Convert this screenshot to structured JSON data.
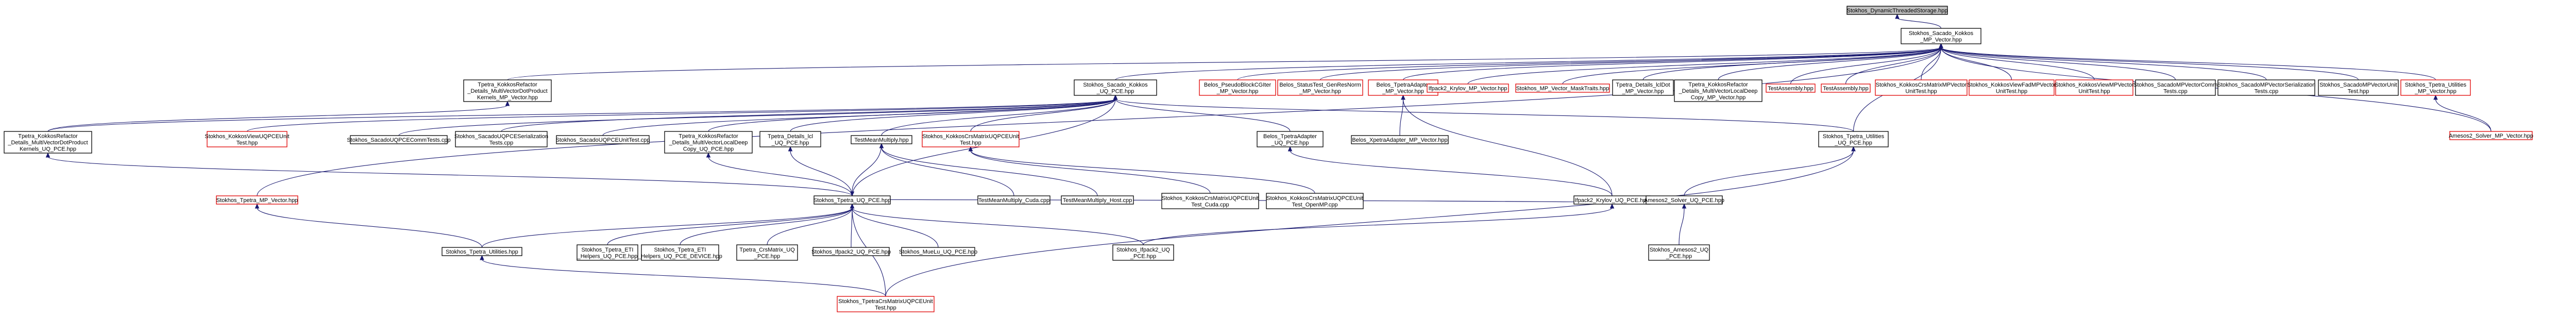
{
  "nodes": {
    "root": {
      "lines": [
        "Stokhos_DynamicThreadedStorage.hpp"
      ],
      "style": "root"
    },
    "sacado_mp_vector": {
      "lines": [
        "Stokhos_Sacado_Kokkos",
        "_MP_Vector.hpp"
      ],
      "style": "normal"
    },
    "tpetra_refactor_dot_mp": {
      "lines": [
        "Tpetra_KokkosRefactor",
        "_Details_MultiVectorDotProduct",
        "Kernels_MP_Vector.hpp"
      ],
      "style": "normal"
    },
    "sacado_uq_pce": {
      "lines": [
        "Stokhos_Sacado_Kokkos",
        "_UQ_PCE.hpp"
      ],
      "style": "normal"
    },
    "pseudo_block_cg": {
      "lines": [
        "Belos_PseudoBlockCGIter",
        "_MP_Vector.hpp"
      ],
      "style": "red"
    },
    "status_test_genresnorm": {
      "lines": [
        "Belos_StatusTest_GenResNorm",
        "_MP_Vector.hpp"
      ],
      "style": "red"
    },
    "belos_tpetra_adapter_mp": {
      "lines": [
        "Belos_TpetraAdapter",
        "_MP_Vector.hpp"
      ],
      "style": "red"
    },
    "ifpack2_krylov_mp": {
      "lines": [
        "Ifpack2_Krylov_MP_Vector.hpp"
      ],
      "style": "red"
    },
    "mp_vector_masktraits": {
      "lines": [
        "Stokhos_MP_Vector_MaskTraits.hpp"
      ],
      "style": "red"
    },
    "tpetra_details_lclt_mp": {
      "lines": [
        "Tpetra_Details_lclDot",
        "_MP_Vector.hpp"
      ],
      "style": "normal"
    },
    "tpetra_refactor_localdeepcopy_mp": {
      "lines": [
        "Tpetra_KokkosRefactor",
        "_Details_MultiVectorLocalDeep",
        "Copy_MP_Vector.hpp"
      ],
      "style": "normal"
    },
    "test_assembly_hpp1": {
      "lines": [
        "TestAssembly.hpp"
      ],
      "style": "red"
    },
    "test_assembly_hpp2": {
      "lines": [
        "TestAssembly.hpp"
      ],
      "style": "red"
    },
    "crsmatrix_mp_unittest": {
      "lines": [
        "Stokhos_KokkosCrsMatrixMPVector",
        "UnitTest.hpp"
      ],
      "style": "red"
    },
    "view_fad_mp_unittest": {
      "lines": [
        "Stokhos_KokkosViewFadMPVector",
        "UnitTest.hpp"
      ],
      "style": "red"
    },
    "view_mp_unittest": {
      "lines": [
        "Stokhos_KokkosViewMPVector",
        "UnitTest.hpp"
      ],
      "style": "red"
    },
    "mp_vector_commtests": {
      "lines": [
        "Stokhos_SacadoMPVectorComm",
        "Tests.cpp"
      ],
      "style": "normal"
    },
    "mp_vector_serialization": {
      "lines": [
        "Stokhos_SacadoMPVectorSerialization",
        "Tests.cpp"
      ],
      "style": "normal"
    },
    "mp_vector_unittest": {
      "lines": [
        "Stokhos_SacadoMPVectorUnit",
        "Test.hpp"
      ],
      "style": "normal"
    },
    "tpetra_utilities_mp": {
      "lines": [
        "Stokhos_Tpetra_Utilities",
        "_MP_Vector.hpp"
      ],
      "style": "red"
    },
    "amesos2_solver_mp": {
      "lines": [
        "Amesos2_Solver_MP_Vector.hpp"
      ],
      "style": "red"
    },
    "tpetra_refactor_dot_uq": {
      "lines": [
        "Tpetra_KokkosRefactor",
        "_Details_MultiVectorDotProduct",
        "Kernels_UQ_PCE.hpp"
      ],
      "style": "normal"
    },
    "view_uq_pce_unittest": {
      "lines": [
        "Stokhos_KokkosViewUQPCEUnit",
        "Test.hpp"
      ],
      "style": "red"
    },
    "uqpce_commtests": {
      "lines": [
        "Stokhos_SacadoUQPCECommTests.cpp"
      ],
      "style": "normal"
    },
    "uqpce_serialization": {
      "lines": [
        "Stokhos_SacadoUQPCESerialization",
        "Tests.cpp"
      ],
      "style": "normal"
    },
    "uqpce_unittest": {
      "lines": [
        "Stokhos_SacadoUQPCEUnitTest.cpp"
      ],
      "style": "normal"
    },
    "tpetra_refactor_localdeepcopy_uq": {
      "lines": [
        "Tpetra_KokkosRefactor",
        "_Details_MultiVectorLocalDeep",
        "Copy_UQ_PCE.hpp"
      ],
      "style": "normal"
    },
    "tpetra_details_lclt_uq": {
      "lines": [
        "Tpetra_Details_lcl",
        "_UQ_PCE.hpp"
      ],
      "style": "normal"
    },
    "test_mean_multiply_hpp": {
      "lines": [
        "TestMeanMultiply.hpp"
      ],
      "style": "normal"
    },
    "crsmatrix_uqpce_unittest": {
      "lines": [
        "Stokhos_KokkosCrsMatrixUQPCEUnit",
        "Test.hpp"
      ],
      "style": "red"
    },
    "belos_tpetra_adapter_uq": {
      "lines": [
        "Belos_TpetraAdapter",
        "_UQ_PCE.hpp"
      ],
      "style": "normal"
    },
    "belos_xpetra_adapter_mp": {
      "lines": [
        "Belos_XpetraAdapter_MP_Vector.hpp"
      ],
      "style": "normal"
    },
    "tpetra_utilities_uq": {
      "lines": [
        "Stokhos_Tpetra_Utilities",
        "_UQ_PCE.hpp"
      ],
      "style": "normal"
    },
    "tpetra_mp_vector": {
      "lines": [
        "Stokhos_Tpetra_MP_Vector.hpp"
      ],
      "style": "red"
    },
    "tpetra_uq_pce": {
      "lines": [
        "Stokhos_Tpetra_UQ_PCE.hpp"
      ],
      "style": "normal"
    },
    "test_mean_multiply_cuda": {
      "lines": [
        "TestMeanMultiply_Cuda.cpp"
      ],
      "style": "normal"
    },
    "test_mean_multiply_host": {
      "lines": [
        "TestMeanMultiply_Host.cpp"
      ],
      "style": "normal"
    },
    "crsmatrix_uqpce_unittest_cuda": {
      "lines": [
        "Stokhos_KokkosCrsMatrixUQPCEUnit",
        "Test_Cuda.cpp"
      ],
      "style": "normal"
    },
    "crsmatrix_uqpce_unittest_openmp": {
      "lines": [
        "Stokhos_KokkosCrsMatrixUQPCEUnit",
        "Test_OpenMP.cpp"
      ],
      "style": "normal"
    },
    "ifpack2_krylov_uq": {
      "lines": [
        "Ifpack2_Krylov_UQ_PCE.hpp"
      ],
      "style": "normal"
    },
    "amesos2_solver_uq": {
      "lines": [
        "Amesos2_Solver_UQ_PCE.hpp"
      ],
      "style": "normal"
    },
    "tpetra_utilities_hpp": {
      "lines": [
        "Stokhos_Tpetra_Utilities.hpp"
      ],
      "style": "normal"
    },
    "tpetra_eti_helpers_uq": {
      "lines": [
        "Stokhos_Tpetra_ETI",
        "_Helpers_UQ_PCE.hpp"
      ],
      "style": "normal"
    },
    "tpetra_eti_helpers_uq_device": {
      "lines": [
        "Stokhos_Tpetra_ETI",
        "_Helpers_UQ_PCE_DEVICE.hpp"
      ],
      "style": "normal"
    },
    "tpetra_crsmatrix_uq": {
      "lines": [
        "Tpetra_CrsMatrix_UQ",
        "_PCE.hpp"
      ],
      "style": "normal"
    },
    "ifpack2_uq": {
      "lines": [
        "Stokhos_Ifpack2_UQ_PCE.hpp"
      ],
      "style": "normal"
    },
    "muelu_uq": {
      "lines": [
        "Stokhos_MueLu_UQ_PCE.hpp"
      ],
      "style": "normal"
    },
    "ifpack2_uq_pce_hpp": {
      "lines": [
        "Stokhos_Ifpack2_UQ",
        "_PCE.hpp"
      ],
      "style": "normal"
    },
    "amesos2_uq_pce_hpp": {
      "lines": [
        "Stokhos_Amesos2_UQ",
        "_PCE.hpp"
      ],
      "style": "normal"
    },
    "tpetra_crsmatrix_uqpce_unittest": {
      "lines": [
        "Stokhos_TpetraCrsMatrixUQPCEUnit",
        "Test.hpp"
      ],
      "style": "red"
    }
  },
  "edges": [
    [
      "sacado_mp_vector",
      "root"
    ],
    [
      "tpetra_refactor_dot_mp",
      "sacado_mp_vector"
    ],
    [
      "sacado_uq_pce",
      "sacado_mp_vector"
    ],
    [
      "pseudo_block_cg",
      "sacado_mp_vector"
    ],
    [
      "status_test_genresnorm",
      "sacado_mp_vector"
    ],
    [
      "belos_tpetra_adapter_mp",
      "sacado_mp_vector"
    ],
    [
      "ifpack2_krylov_mp",
      "sacado_mp_vector"
    ],
    [
      "mp_vector_masktraits",
      "sacado_mp_vector"
    ],
    [
      "tpetra_details_lclt_mp",
      "sacado_mp_vector"
    ],
    [
      "tpetra_refactor_localdeepcopy_mp",
      "sacado_mp_vector"
    ],
    [
      "test_assembly_hpp1",
      "sacado_mp_vector"
    ],
    [
      "test_assembly_hpp2",
      "sacado_mp_vector"
    ],
    [
      "crsmatrix_mp_unittest",
      "sacado_mp_vector"
    ],
    [
      "view_fad_mp_unittest",
      "sacado_mp_vector"
    ],
    [
      "view_mp_unittest",
      "sacado_mp_vector"
    ],
    [
      "mp_vector_commtests",
      "sacado_mp_vector"
    ],
    [
      "mp_vector_serialization",
      "sacado_mp_vector"
    ],
    [
      "mp_vector_unittest",
      "sacado_mp_vector"
    ],
    [
      "tpetra_utilities_mp",
      "sacado_mp_vector"
    ],
    [
      "amesos2_solver_mp",
      "sacado_mp_vector"
    ],
    [
      "tpetra_mp_vector",
      "sacado_mp_vector"
    ],
    [
      "tpetra_utilities_uq",
      "sacado_mp_vector"
    ],
    [
      "amesos2_solver_mp",
      "tpetra_utilities_mp"
    ],
    [
      "tpetra_refactor_dot_uq",
      "tpetra_refactor_dot_mp"
    ],
    [
      "tpetra_refactor_dot_uq",
      "sacado_uq_pce"
    ],
    [
      "view_uq_pce_unittest",
      "sacado_uq_pce"
    ],
    [
      "uqpce_commtests",
      "sacado_uq_pce"
    ],
    [
      "uqpce_serialization",
      "sacado_uq_pce"
    ],
    [
      "uqpce_unittest",
      "sacado_uq_pce"
    ],
    [
      "tpetra_refactor_localdeepcopy_uq",
      "sacado_uq_pce"
    ],
    [
      "tpetra_details_lclt_uq",
      "sacado_uq_pce"
    ],
    [
      "test_mean_multiply_hpp",
      "sacado_uq_pce"
    ],
    [
      "crsmatrix_uqpce_unittest",
      "sacado_uq_pce"
    ],
    [
      "belos_tpetra_adapter_uq",
      "sacado_uq_pce"
    ],
    [
      "tpetra_utilities_uq",
      "sacado_uq_pce"
    ],
    [
      "tpetra_uq_pce",
      "sacado_uq_pce"
    ],
    [
      "belos_xpetra_adapter_mp",
      "belos_tpetra_adapter_mp"
    ],
    [
      "ifpack2_krylov_uq",
      "belos_tpetra_adapter_mp"
    ],
    [
      "tpetra_utilities_hpp",
      "tpetra_mp_vector"
    ],
    [
      "tpetra_uq_pce",
      "tpetra_refactor_dot_uq"
    ],
    [
      "tpetra_uq_pce",
      "tpetra_refactor_localdeepcopy_uq"
    ],
    [
      "tpetra_uq_pce",
      "tpetra_details_lclt_uq"
    ],
    [
      "test_mean_multiply_cuda",
      "test_mean_multiply_hpp"
    ],
    [
      "test_mean_multiply_host",
      "test_mean_multiply_hpp"
    ],
    [
      "test_mean_multiply_hpp",
      "tpetra_uq_pce"
    ],
    [
      "crsmatrix_uqpce_unittest_cuda",
      "crsmatrix_uqpce_unittest"
    ],
    [
      "crsmatrix_uqpce_unittest_openmp",
      "crsmatrix_uqpce_unittest"
    ],
    [
      "ifpack2_krylov_uq",
      "belos_tpetra_adapter_uq"
    ],
    [
      "amesos2_solver_uq",
      "tpetra_utilities_uq"
    ],
    [
      "amesos2_solver_uq",
      "tpetra_uq_pce"
    ],
    [
      "tpetra_utilities_hpp",
      "tpetra_uq_pce"
    ],
    [
      "tpetra_eti_helpers_uq",
      "tpetra_uq_pce"
    ],
    [
      "tpetra_eti_helpers_uq_device",
      "tpetra_uq_pce"
    ],
    [
      "tpetra_crsmatrix_uq",
      "tpetra_uq_pce"
    ],
    [
      "ifpack2_uq",
      "tpetra_uq_pce"
    ],
    [
      "muelu_uq",
      "tpetra_uq_pce"
    ],
    [
      "ifpack2_uq_pce_hpp",
      "tpetra_uq_pce"
    ],
    [
      "ifpack2_uq_pce_hpp",
      "ifpack2_krylov_uq"
    ],
    [
      "amesos2_uq_pce_hpp",
      "amesos2_solver_uq"
    ],
    [
      "tpetra_crsmatrix_uqpce_unittest",
      "tpetra_uq_pce"
    ],
    [
      "tpetra_crsmatrix_uqpce_unittest",
      "tpetra_utilities_hpp"
    ],
    [
      "tpetra_crsmatrix_uqpce_unittest",
      "tpetra_utilities_uq"
    ]
  ]
}
